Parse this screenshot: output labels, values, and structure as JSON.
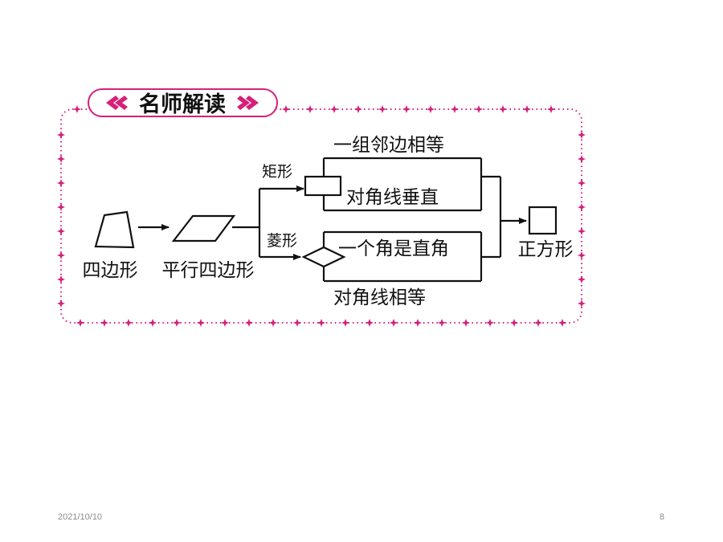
{
  "header": {
    "title": "名师解读"
  },
  "diagram": {
    "start_label": "四边形",
    "parallelogram_label": "平行四边形",
    "branches": {
      "rectangle": "矩形",
      "rhombus": "菱形"
    },
    "conditions": {
      "adjacent_sides_equal": "一组邻边相等",
      "diagonals_perpendicular": "对角线垂直",
      "one_right_angle": "一个角是直角",
      "diagonals_equal": "对角线相等"
    },
    "result_label": "正方形"
  },
  "footer": {
    "date": "2021/10/10",
    "page": "8"
  },
  "colors": {
    "frame": "#d6207a",
    "ink": "#111111"
  }
}
